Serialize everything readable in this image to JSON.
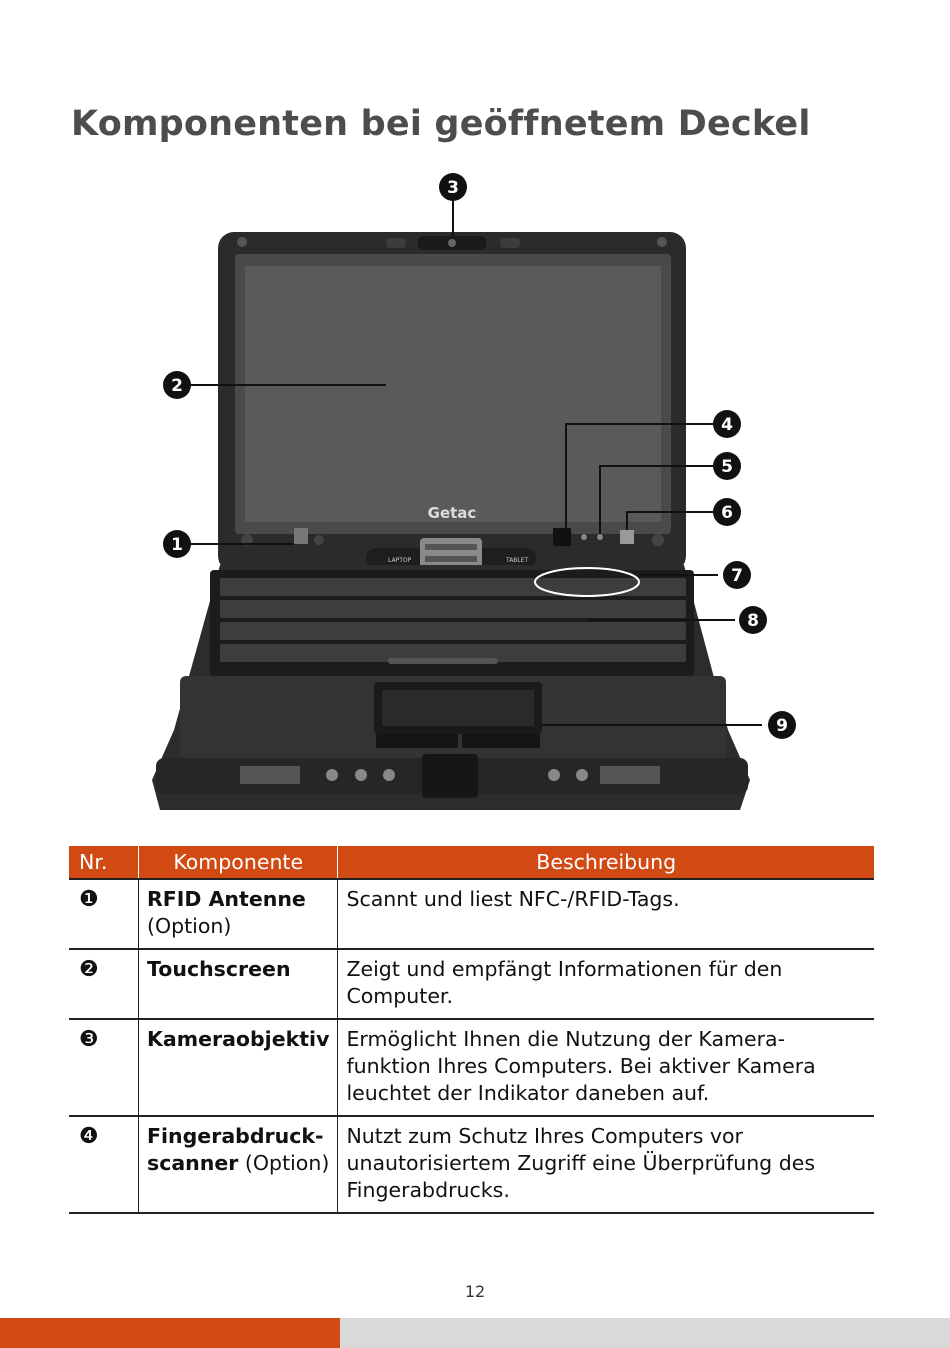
{
  "title": "Komponenten bei geöffnetem Deckel",
  "figure": {
    "brand": "Getac",
    "callouts": [
      "1",
      "2",
      "3",
      "4",
      "5",
      "6",
      "7",
      "8",
      "9"
    ],
    "hinge_left": "LAPTOP",
    "hinge_right": "TABLET"
  },
  "table": {
    "headers": [
      "Nr.",
      "Komponente",
      "Beschreibung"
    ],
    "rows": [
      {
        "num": "❶",
        "name_bold": "RFID Antenne",
        "name_rest": "(Option)",
        "desc": "Scannt und liest NFC-/RFID-Tags."
      },
      {
        "num": "❷",
        "name_bold": "Touchscreen",
        "name_rest": "",
        "desc": "Zeigt und empfängt Informationen für den Computer."
      },
      {
        "num": "❸",
        "name_bold": "Kameraobjektiv",
        "name_rest": "",
        "desc": "Ermöglicht Ihnen die Nutzung der Kamera-funktion Ihres Computers. Bei aktiver Kamera leuchtet der Indikator daneben auf."
      },
      {
        "num": "❹",
        "name_bold": "Fingerabdruck-scanner",
        "name_rest": "(Option)",
        "desc": "Nutzt zum Schutz Ihres Computers vor unautorisiertem Zugriff eine Überprüfung des Fingerabdrucks."
      }
    ]
  },
  "page_number": "12"
}
